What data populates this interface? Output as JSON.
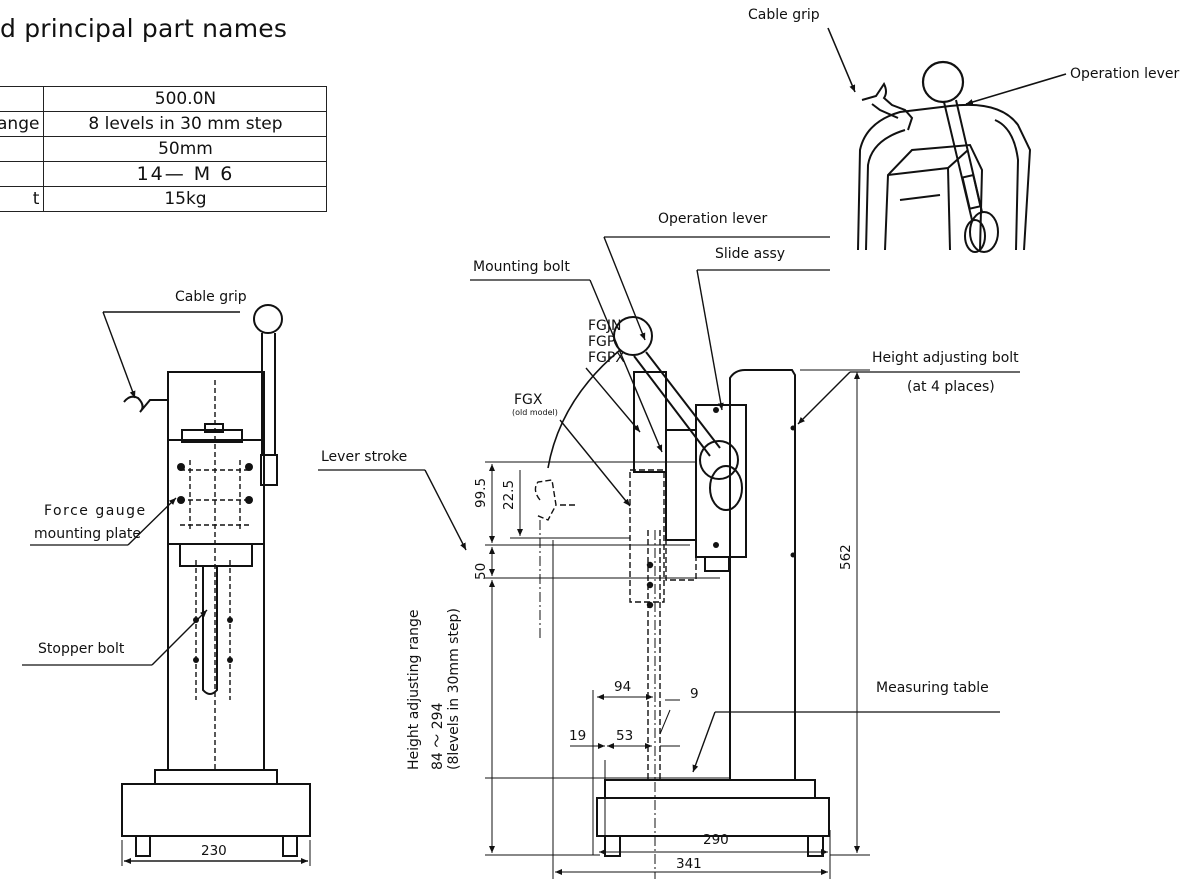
{
  "heading": "d principal part names",
  "spec_table": [
    {
      "key": "",
      "value": "500.0N"
    },
    {
      "key": "ange",
      "value": "8 levels in 30 mm step"
    },
    {
      "key": "",
      "value": "50mm"
    },
    {
      "key": "",
      "value": "14— M 6"
    },
    {
      "key": "t",
      "value": "15kg"
    }
  ],
  "labels": {
    "cable_grip_top": "Cable grip",
    "operation_lever_top": "Operation lever",
    "operation_lever": "Operation lever",
    "slide_assy": "Slide assy",
    "mounting_bolt": "Mounting bolt",
    "cable_grip": "Cable grip",
    "fgjn": "FGJN",
    "fgp": "FGP",
    "fgpx": "FGPX",
    "fgx": "FGX",
    "old_model": "(old model)",
    "height_adjusting_bolt": "Height adjusting bolt",
    "at_4_places": "(at 4 places)",
    "lever_stroke": "Lever stroke",
    "force_gauge_1": "Force gauge",
    "force_gauge_2": "mounting plate",
    "stopper_bolt": "Stopper bolt",
    "measuring_table": "Measuring table",
    "height_range_1": "Height adjusting range",
    "height_range_2": "84 〜 294",
    "height_range_3": "(8levels in 30mm step)"
  },
  "dimensions": {
    "d99_5": "99.5",
    "d22_5": "22.5",
    "d50": "50",
    "d562": "562",
    "d94": "94",
    "d9": "9",
    "d19": "19",
    "d53": "53",
    "d290": "290",
    "d341": "341",
    "d230": "230"
  }
}
